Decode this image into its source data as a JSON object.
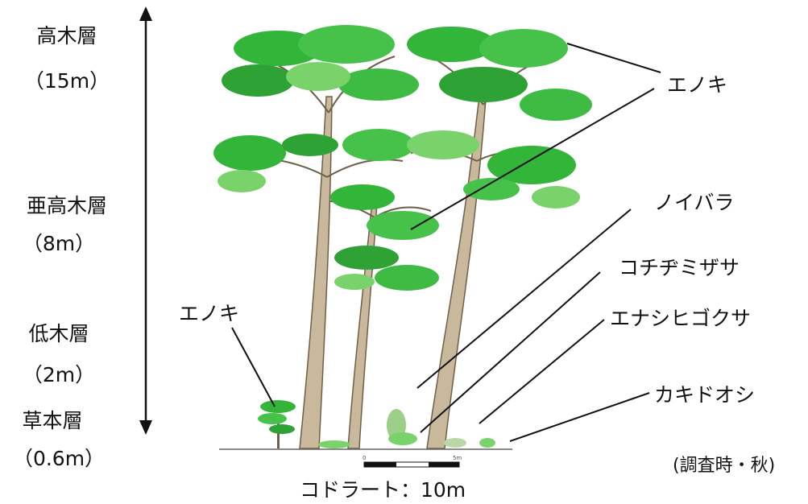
{
  "layers": [
    {
      "name": "高木層",
      "height": "（15m）"
    },
    {
      "name": "亜高木層",
      "height": "（8m）"
    },
    {
      "name": "低木層",
      "height": "（2m）"
    },
    {
      "name": "草本層",
      "height": "（0.6m）"
    }
  ],
  "species": {
    "enoki_top": "エノキ",
    "noibara": "ノイバラ",
    "kochijimizasa": "コチヂミザサ",
    "enashihigokusa": "エナシヒゴクサ",
    "kakidoshi": "カキドオシ",
    "enoki_left": "エノキ"
  },
  "note": "(調査時・秋)",
  "quadrat": "コドラート：10m",
  "scale_ticks": [
    "0",
    "5m"
  ],
  "colors": {
    "foliage": "#33b53a",
    "foliage_light": "#7ad36a",
    "foliage_dark": "#1f8a2a",
    "trunk": "#c9b89c",
    "trunk_line": "#6e6048",
    "line": "#111111"
  }
}
